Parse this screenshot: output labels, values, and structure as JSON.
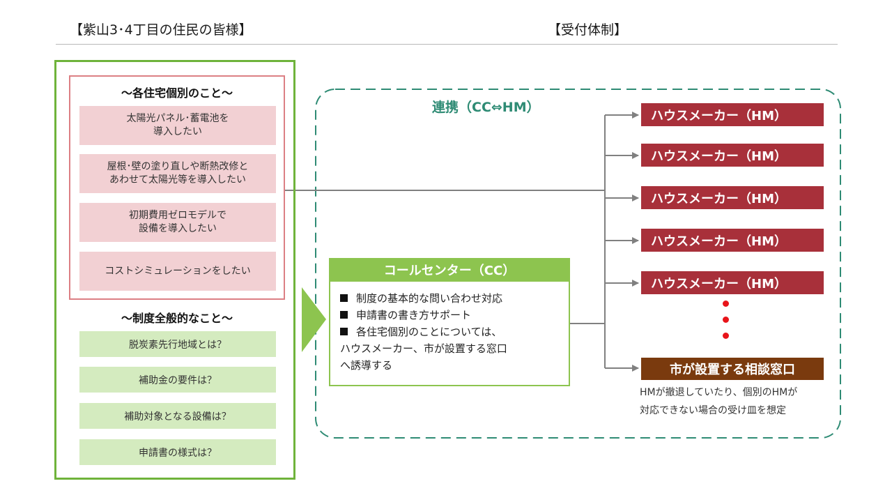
{
  "header": {
    "left_title": "【紫山3･4丁目の住民の皆様】",
    "right_title": "【受付体制】"
  },
  "residents": {
    "individual": {
      "title": "～各住宅個別のこと～",
      "items": [
        "太陽光パネル･蓄電池を\n導入したい",
        "屋根･壁の塗り直しや断熱改修と\nあわせて太陽光等を導入したい",
        "初期費用ゼロモデルで\n設備を導入したい",
        "コストシミュレーションをしたい"
      ]
    },
    "general": {
      "title": "～制度全般的なこと～",
      "items": [
        "脱炭素先行地域とは？",
        "補助金の要件は？",
        "補助対象となる設備は？",
        "申請書の様式は？"
      ]
    }
  },
  "cooperation": {
    "label": "連携（CC⇔HM）"
  },
  "call_center": {
    "title": "コールセンター（CC）",
    "bullets": [
      "制度の基本的な問い合わせ対応",
      "申請書の書き方サポート",
      "各住宅個別のことについては、",
      "ハウスメーカー、市が設置する窓口",
      "へ誘導する"
    ]
  },
  "house_makers": [
    "ハウスメーカー（HM）",
    "ハウスメーカー（HM）",
    "ハウスメーカー（HM）",
    "ハウスメーカー（HM）",
    "ハウスメーカー（HM）"
  ],
  "city_window": {
    "title": "市が設置する相談窓口",
    "note_line1": "HMが撤退していたり、個別のHMが",
    "note_line2": "対応できない場合の受け皿を想定"
  },
  "colors": {
    "outer_green": "#6fb33b",
    "pink_border": "#dc7f84",
    "pink_fill": "#f2d0d3",
    "green_fill": "#d4ebbf",
    "cc_green": "#8dc44f",
    "dash_teal": "#2e8b74",
    "hm_red": "#a8303a",
    "window_brown": "#7a3a0e",
    "dot_red": "#e8141a"
  }
}
